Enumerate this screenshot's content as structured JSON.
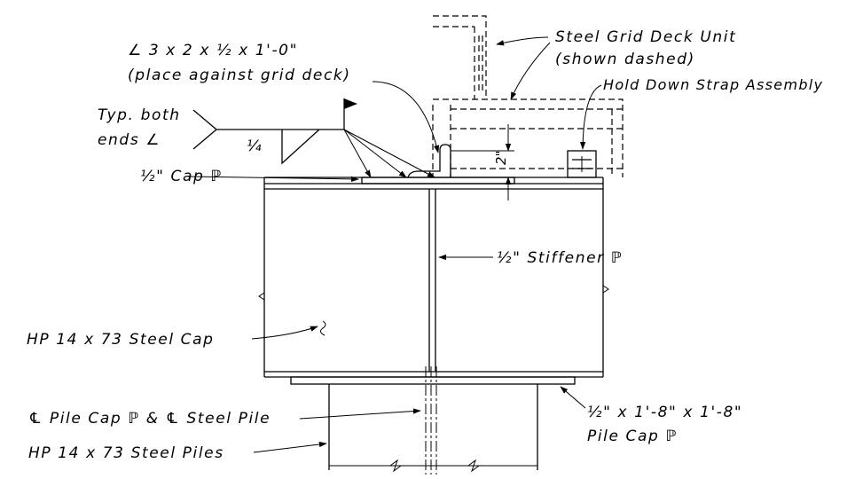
{
  "labels": {
    "angle_line1": "∠ 3 x 2 x ½ x 1'-0\"",
    "angle_line2": "(place against grid deck)",
    "grid_deck_line1": "Steel Grid Deck Unit",
    "grid_deck_line2": "(shown dashed)",
    "hold_down": "Hold Down Strap Assembly",
    "typ_line1": "Typ. both",
    "typ_line2": "ends ∠",
    "weld_size": "¼",
    "cap_plate": "½\" Cap ℙ",
    "dimension": "2\"",
    "stiffener": "½\" Stiffener ℙ",
    "steel_cap": "HP 14 x 73 Steel Cap",
    "centerline": "℄ Pile Cap ℙ & ℄ Steel Pile",
    "steel_piles": "HP 14 x 73 Steel Piles",
    "pile_cap_line1": "½\" x 1'-8\" x 1'-8\"",
    "pile_cap_line2": "Pile Cap ℙ"
  },
  "colors": {
    "ink": "#000000",
    "background": "#ffffff"
  }
}
